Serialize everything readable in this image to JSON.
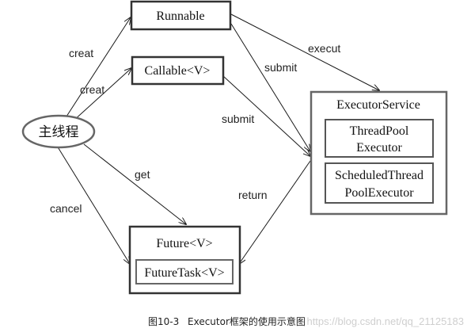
{
  "nodes": {
    "main_thread": "主线程",
    "runnable": "Runnable",
    "callable": "Callable<V>",
    "executor_service": "ExecutorService",
    "thread_pool_executor": [
      "ThreadPool",
      "Executor"
    ],
    "scheduled_thread_pool_executor": [
      "ScheduledThread",
      "PoolExecutor"
    ],
    "future": "Future<V>",
    "future_task": "FutureTask<V>"
  },
  "edges": {
    "creat_runnable": "creat",
    "creat_callable": "creat",
    "execut": "execut",
    "submit_runnable": "submit",
    "submit_callable": "submit",
    "get": "get",
    "cancel": "cancel",
    "return": "return"
  },
  "caption": {
    "figure_number": "图10-3",
    "title": "Executor框架的使用示意图"
  },
  "watermark": "https://blog.csdn.net/qq_21125183"
}
